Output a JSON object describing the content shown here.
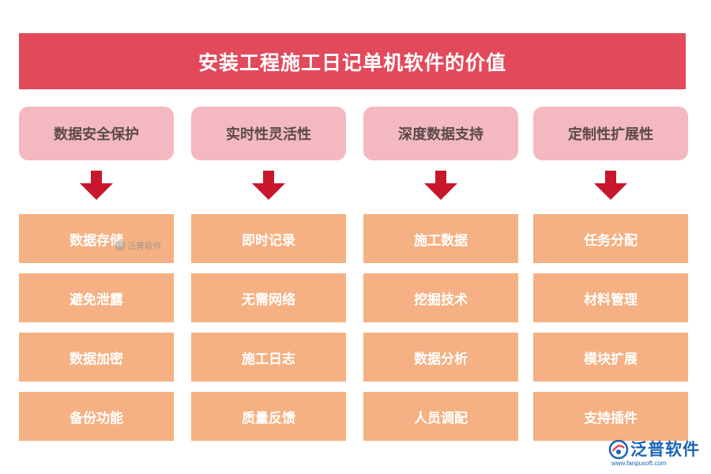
{
  "title": "安装工程施工日记单机软件的价值",
  "columns": [
    {
      "header": "数据安全保护",
      "items": [
        "数据存储",
        "避免泄露",
        "数据加密",
        "备份功能"
      ]
    },
    {
      "header": "实时性灵活性",
      "items": [
        "即时记录",
        "无需网络",
        "施工日志",
        "质量反馈"
      ]
    },
    {
      "header": "深度数据支持",
      "items": [
        "施工数据",
        "挖掘技术",
        "数据分析",
        "人员调配"
      ]
    },
    {
      "header": "定制性扩展性",
      "items": [
        "任务分配",
        "材料管理",
        "模块扩展",
        "支持插件"
      ]
    }
  ],
  "watermark": {
    "text": "泛普软件"
  },
  "brand": {
    "name": "泛普软件",
    "url": "www.fanpusoft.com"
  },
  "colors": {
    "title_bg": "#e24a5c",
    "header_bg": "#f4b8c1",
    "item_bg": "#f5b183",
    "arrow": "#c8172d",
    "brand": "#1a63b6"
  }
}
